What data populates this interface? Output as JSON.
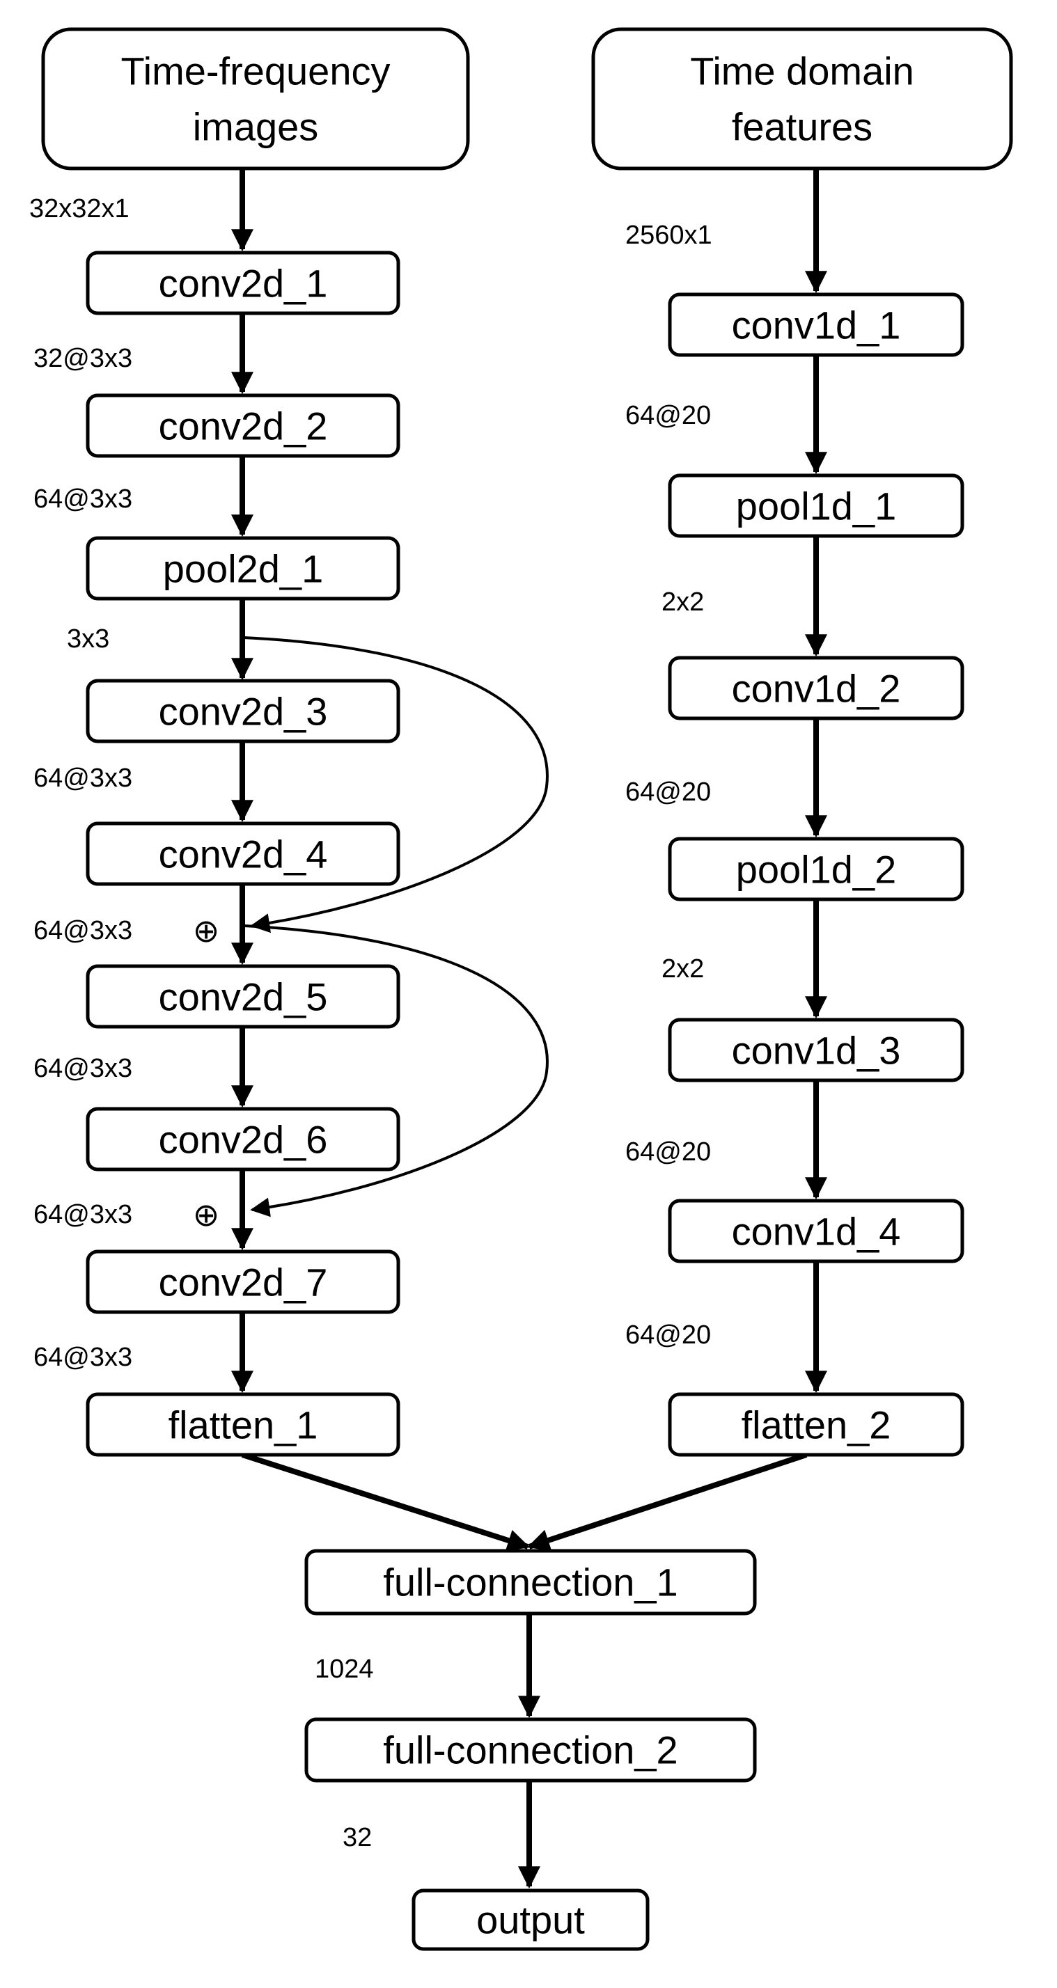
{
  "inputs": {
    "left_title": [
      "Time-frequency",
      "images"
    ],
    "right_title": [
      "Time domain",
      "features"
    ]
  },
  "left_branch": {
    "nodes": [
      "conv2d_1",
      "conv2d_2",
      "pool2d_1",
      "conv2d_3",
      "conv2d_4",
      "conv2d_5",
      "conv2d_6",
      "conv2d_7",
      "flatten_1"
    ],
    "dims": [
      "32x32x1",
      "32@3x3",
      "64@3x3",
      "3x3",
      "64@3x3",
      "64@3x3",
      "64@3x3",
      "64@3x3",
      "64@3x3"
    ],
    "add_symbol": "⊕"
  },
  "right_branch": {
    "nodes": [
      "conv1d_1",
      "pool1d_1",
      "conv1d_2",
      "pool1d_2",
      "conv1d_3",
      "conv1d_4",
      "flatten_2"
    ],
    "dims": [
      "2560x1",
      "64@20",
      "2x2",
      "64@20",
      "2x2",
      "64@20",
      "64@20"
    ]
  },
  "head": {
    "nodes": [
      "full-connection_1",
      "full-connection_2",
      "output"
    ],
    "dims": [
      "1024",
      "32"
    ]
  }
}
